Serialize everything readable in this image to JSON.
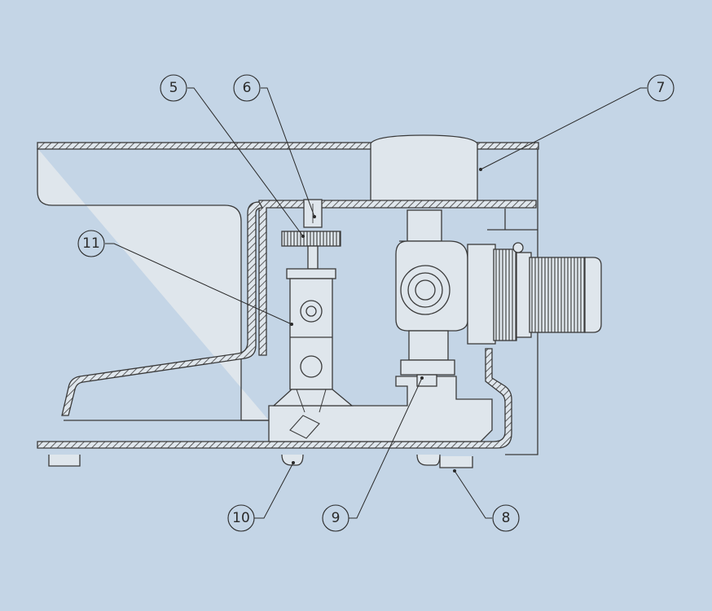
{
  "callouts": [
    {
      "id": "5",
      "label": "5"
    },
    {
      "id": "6",
      "label": "6"
    },
    {
      "id": "7",
      "label": "7"
    },
    {
      "id": "11",
      "label": "11"
    },
    {
      "id": "10",
      "label": "10"
    },
    {
      "id": "9",
      "label": "9"
    },
    {
      "id": "8",
      "label": "8"
    }
  ],
  "colors": {
    "background": "#c4d5e6",
    "line": "#3a3a3a",
    "fill": "#dfe6ec"
  }
}
